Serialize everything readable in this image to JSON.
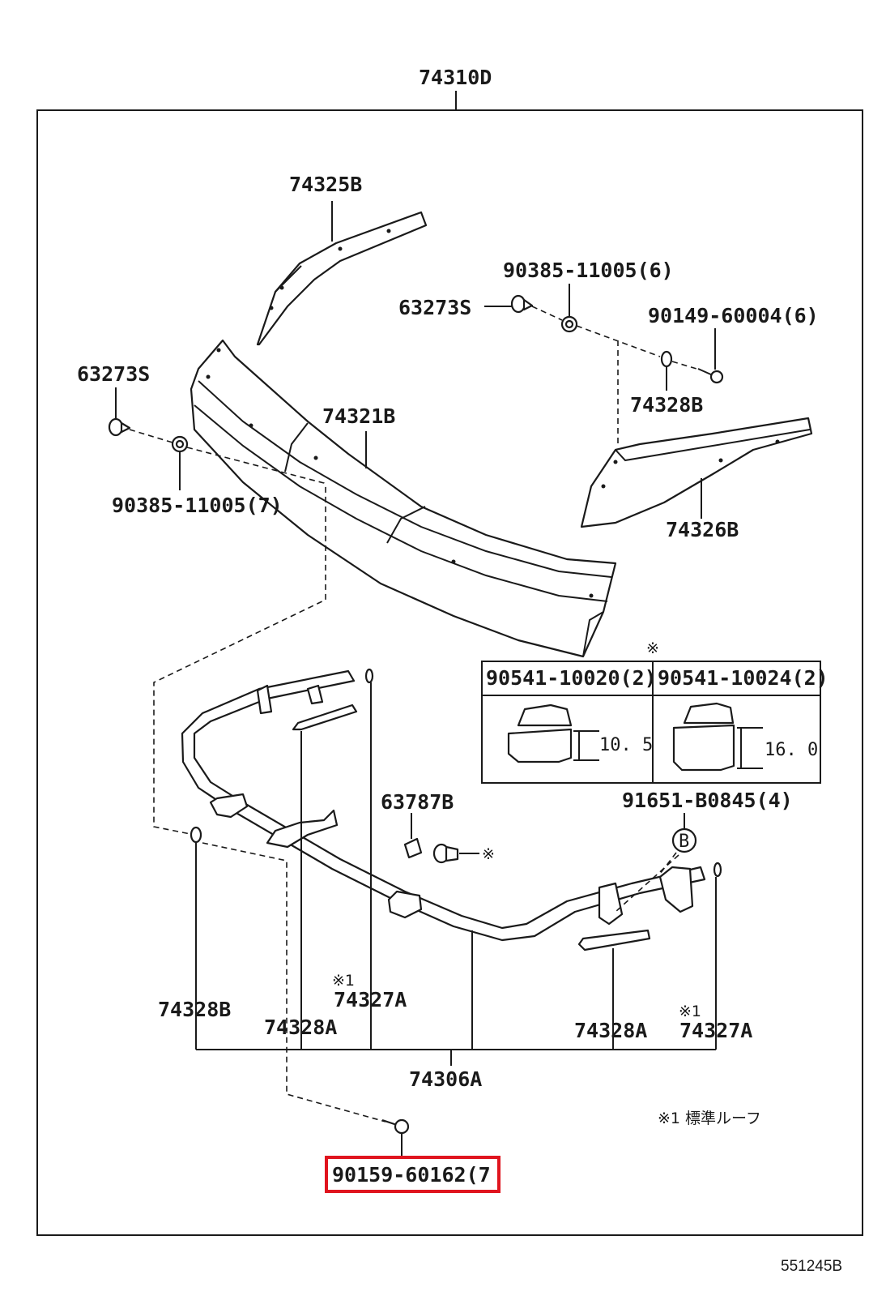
{
  "diagram": {
    "labels": {
      "assembly": "74310D",
      "upper_left_panel": "74325B",
      "left_clip": "63273S",
      "left_nut": "90385-11005(7)",
      "center_panel": "74321B",
      "right_clip": "63273S",
      "right_nut": "90385-11005(6)",
      "right_bolt": "90149-60004(6)",
      "right_washer": "74328B",
      "right_panel": "74326B",
      "cushion_1": "90541-10020(2)",
      "cushion_2": "90541-10024(2)",
      "cushion_1_height": "10. 5",
      "cushion_2_height": "16. 0",
      "insert_mark": "※",
      "grommet": "63787B",
      "grommet_mark": "※",
      "bolt_b": "91651-B0845(4)",
      "bolt_b_marker": "B",
      "left_washer": "74328B",
      "left_pad": "74328A",
      "mid_seal_mark": "※1",
      "mid_seal": "74327A",
      "right_pad": "74328A",
      "right_seal_mark": "※1",
      "right_seal": "74327A",
      "frame": "74306A",
      "footnote": "※1 標準ルーフ",
      "bottom_bolt": "90159-60162(7"
    },
    "highlighted_part": "90159-60162(7",
    "diagram_ref": "551245B"
  }
}
